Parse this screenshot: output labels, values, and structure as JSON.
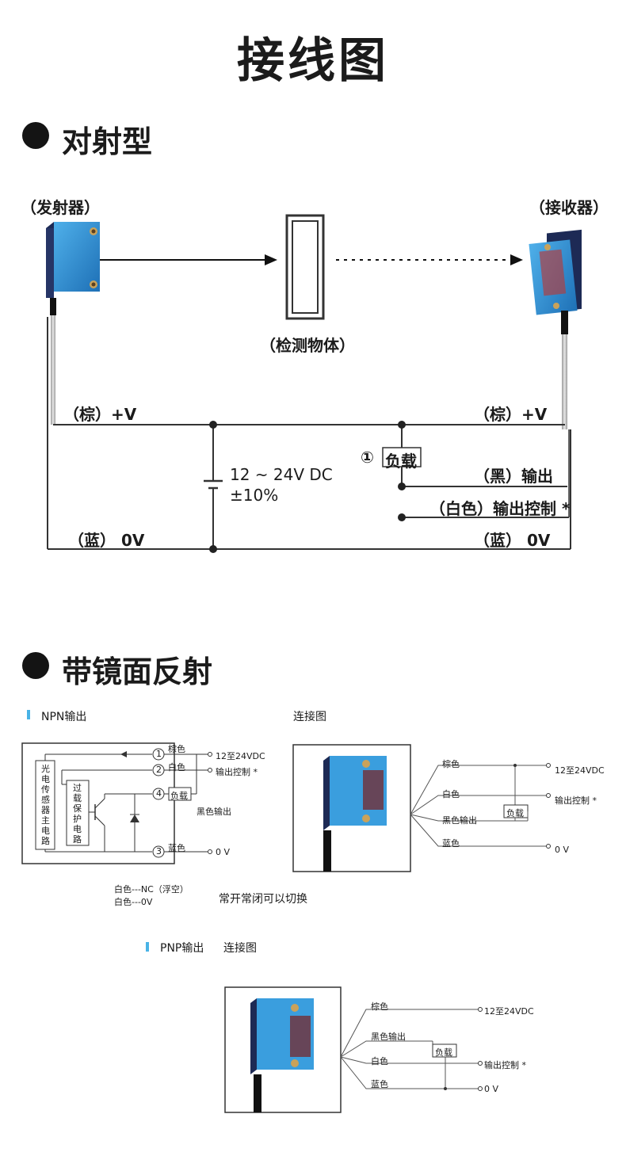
{
  "page": {
    "title": "接线图"
  },
  "section1": {
    "title": "对射型",
    "emitter_label": "（发射器）",
    "receiver_label": "（接收器）",
    "object_label": "（检测物体）",
    "brown_left": "（棕）+V",
    "brown_right": "（棕）+V",
    "blue_left": "（蓝） 0V",
    "blue_right": "（蓝） 0V",
    "supply_line1": "12 ~ 24V DC",
    "supply_line2": "±10%",
    "load_number": "①",
    "load_label": "负载",
    "black_output": "（黑）输出",
    "white_control": "（白色）输出控制 *"
  },
  "section2": {
    "title": "带镜面反射",
    "npn_header": "NPN输出",
    "connection_header": "连接图",
    "npn_circuit": {
      "main_circuit": "光电传感器主电路",
      "protect_circuit": "过载保护电路",
      "terminals": [
        "1",
        "2",
        "4",
        "3"
      ],
      "wire_brown": "棕色",
      "wire_white": "白色",
      "load": "负载",
      "black_output": "黑色输出",
      "wire_blue": "蓝色",
      "supply": "12至24VDC",
      "control": "输出控制 *",
      "zero_v": "0 V"
    },
    "npn_note_line1": "白色---NC（浮空）",
    "npn_note_line2": "白色---0V",
    "npn_note_switch": "常开常闭可以切换",
    "npn_conn": {
      "wire_brown": "棕色",
      "wire_white": "白色",
      "wire_black": "黑色输出",
      "wire_blue": "蓝色",
      "supply": "12至24VDC",
      "control": "输出控制 *",
      "load": "负载",
      "zero_v": "0 V"
    },
    "pnp_header": "PNP输出",
    "pnp_header_conn": "连接图",
    "pnp_conn": {
      "wire_brown": "棕色",
      "wire_black": "黑色输出",
      "wire_white": "白色",
      "wire_blue": "蓝色",
      "supply": "12至24VDC",
      "control": "输出控制 *",
      "load": "负载",
      "zero_v": "0 V"
    }
  },
  "colors": {
    "sensor_blue": "#2f8fd0",
    "accent_bar": "#49b3e6",
    "wire": "#333333"
  }
}
